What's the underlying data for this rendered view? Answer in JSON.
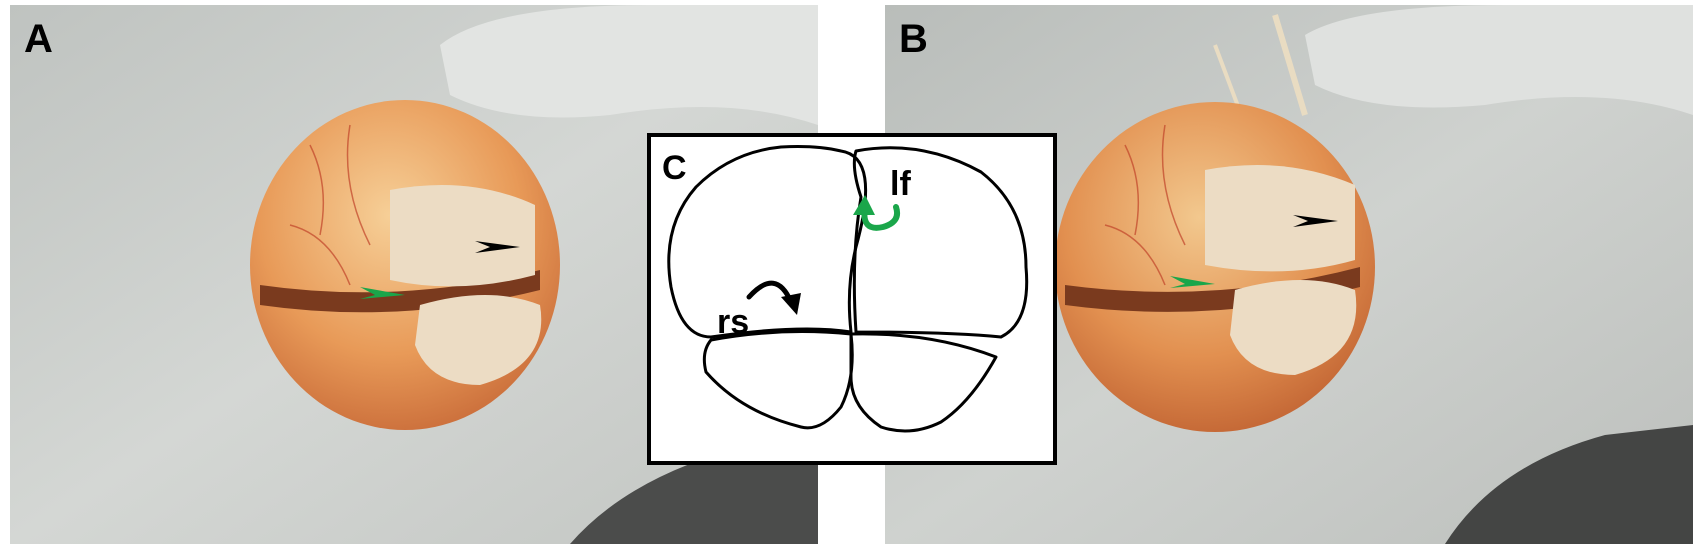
{
  "panels": {
    "a": {
      "letter": "A"
    },
    "b": {
      "letter": "B"
    },
    "c": {
      "letter": "C"
    }
  },
  "diagram_labels": {
    "lf": "lf",
    "rs": "rs"
  },
  "colors": {
    "background_gray": "#c9cdca",
    "tissue_orange": "#e8a060",
    "tissue_light": "#f2c890",
    "cut_surface": "#ecdcc4",
    "green_arrow": "#1aa64a",
    "black_arrow": "#000000"
  }
}
